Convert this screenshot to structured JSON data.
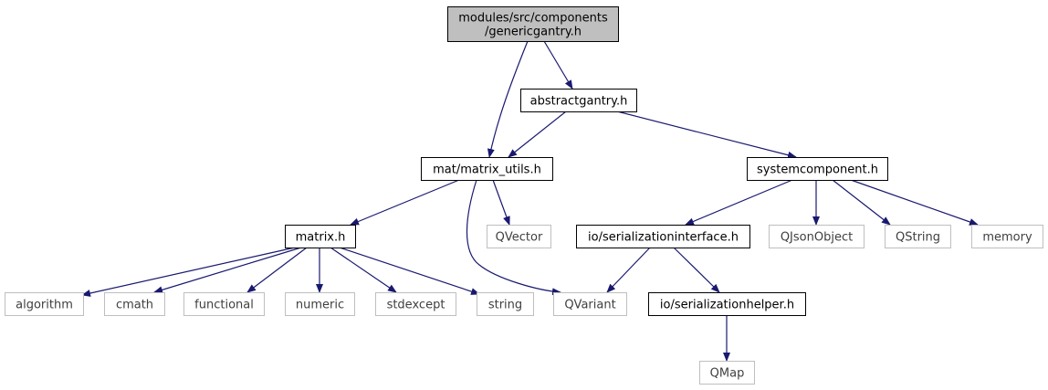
{
  "nodes": [
    {
      "id": "root",
      "lines": [
        "modules/src/components",
        "/genericgantry.h"
      ],
      "style": "root"
    },
    {
      "id": "abstractgantry",
      "lines": [
        "abstractgantry.h"
      ],
      "style": "local"
    },
    {
      "id": "matrix_utils",
      "lines": [
        "mat/matrix_utils.h"
      ],
      "style": "local"
    },
    {
      "id": "systemcomponent",
      "lines": [
        "systemcomponent.h"
      ],
      "style": "local"
    },
    {
      "id": "matrix",
      "lines": [
        "matrix.h"
      ],
      "style": "local"
    },
    {
      "id": "qvector",
      "lines": [
        "QVector"
      ],
      "style": "external"
    },
    {
      "id": "serializationinterface",
      "lines": [
        "io/serializationinterface.h"
      ],
      "style": "local"
    },
    {
      "id": "qjsonobject",
      "lines": [
        "QJsonObject"
      ],
      "style": "external"
    },
    {
      "id": "qstring",
      "lines": [
        "QString"
      ],
      "style": "external"
    },
    {
      "id": "memory",
      "lines": [
        "memory"
      ],
      "style": "external"
    },
    {
      "id": "algorithm",
      "lines": [
        "algorithm"
      ],
      "style": "external"
    },
    {
      "id": "cmath",
      "lines": [
        "cmath"
      ],
      "style": "external"
    },
    {
      "id": "functional",
      "lines": [
        "functional"
      ],
      "style": "external"
    },
    {
      "id": "numeric",
      "lines": [
        "numeric"
      ],
      "style": "external"
    },
    {
      "id": "stdexcept",
      "lines": [
        "stdexcept"
      ],
      "style": "external"
    },
    {
      "id": "string",
      "lines": [
        "string"
      ],
      "style": "external"
    },
    {
      "id": "qvariant",
      "lines": [
        "QVariant"
      ],
      "style": "external"
    },
    {
      "id": "serializationhelper",
      "lines": [
        "io/serializationhelper.h"
      ],
      "style": "local"
    },
    {
      "id": "qmap",
      "lines": [
        "QMap"
      ],
      "style": "external"
    }
  ],
  "edges": [
    {
      "from": "root",
      "to": "abstractgantry"
    },
    {
      "from": "root",
      "to": "matrix_utils"
    },
    {
      "from": "abstractgantry",
      "to": "matrix_utils"
    },
    {
      "from": "abstractgantry",
      "to": "systemcomponent"
    },
    {
      "from": "matrix_utils",
      "to": "matrix"
    },
    {
      "from": "matrix_utils",
      "to": "qvector"
    },
    {
      "from": "matrix_utils",
      "to": "qvariant"
    },
    {
      "from": "systemcomponent",
      "to": "serializationinterface"
    },
    {
      "from": "systemcomponent",
      "to": "qjsonobject"
    },
    {
      "from": "systemcomponent",
      "to": "qstring"
    },
    {
      "from": "systemcomponent",
      "to": "memory"
    },
    {
      "from": "matrix",
      "to": "algorithm"
    },
    {
      "from": "matrix",
      "to": "cmath"
    },
    {
      "from": "matrix",
      "to": "functional"
    },
    {
      "from": "matrix",
      "to": "numeric"
    },
    {
      "from": "matrix",
      "to": "stdexcept"
    },
    {
      "from": "matrix",
      "to": "string"
    },
    {
      "from": "serializationinterface",
      "to": "qvariant"
    },
    {
      "from": "serializationinterface",
      "to": "serializationhelper"
    },
    {
      "from": "serializationhelper",
      "to": "qmap"
    }
  ],
  "colors": {
    "edge": "#191970",
    "root_fill": "#bfbfbf",
    "local_border": "#000000",
    "external_border": "#bfbfbf",
    "external_text": "#3f3f3f",
    "text": "#000000"
  }
}
